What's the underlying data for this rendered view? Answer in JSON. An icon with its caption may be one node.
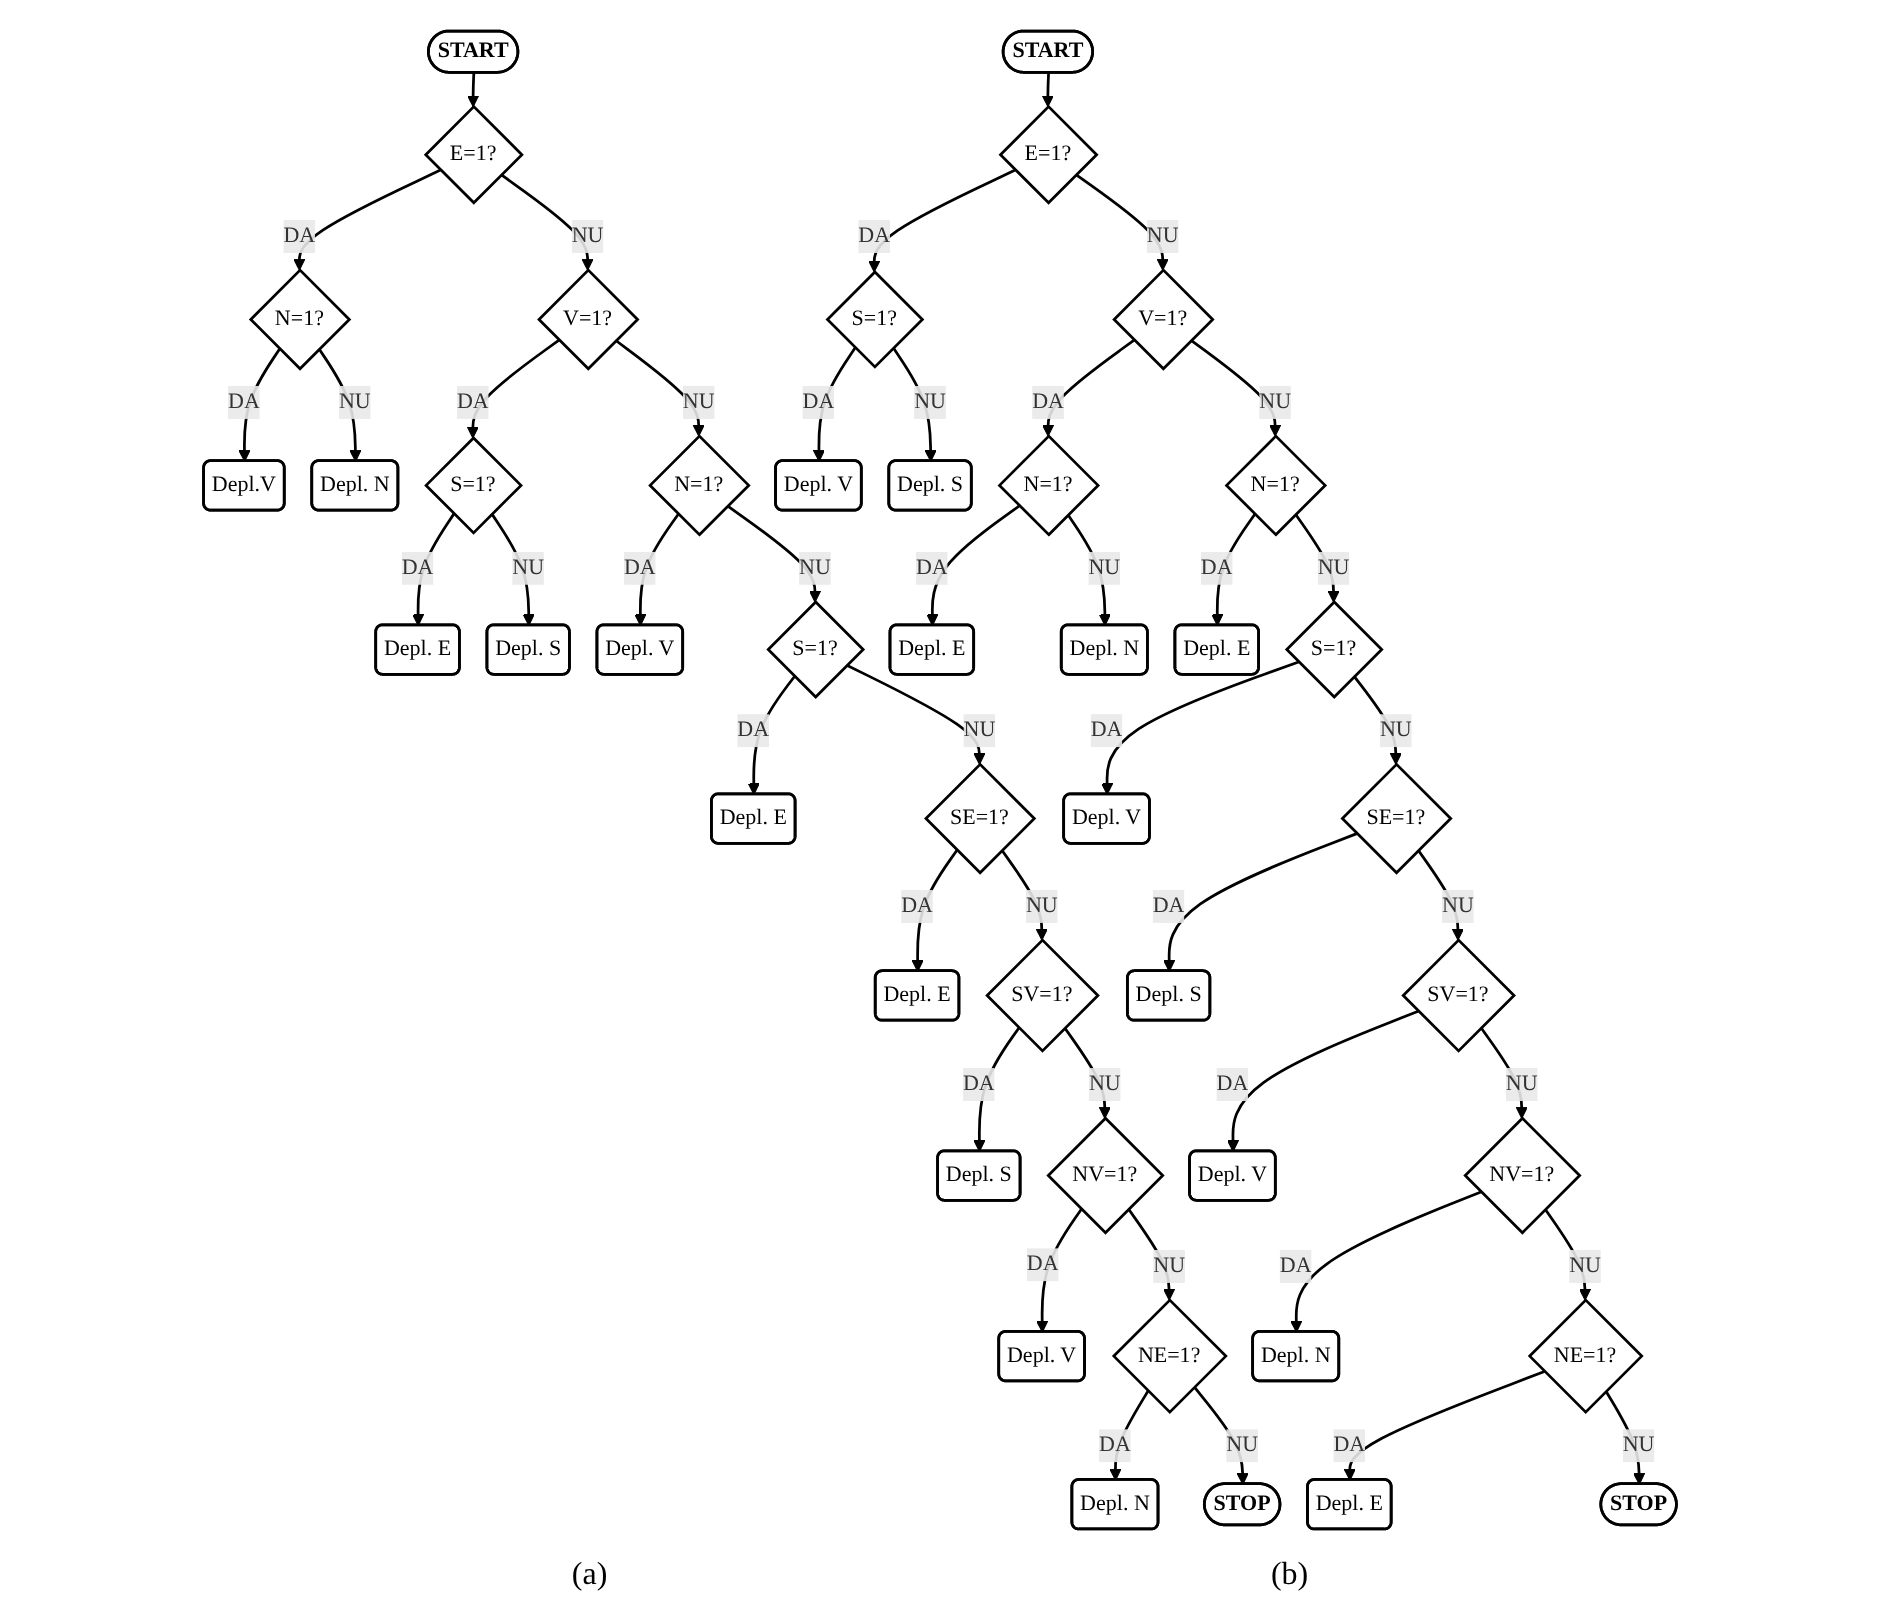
{
  "diagram": {
    "nodes": [
      {
        "text": [
          "START"
        ]
      },
      {
        "text": [
          "E=1?"
        ]
      },
      {
        "text": [
          "N=1?"
        ]
      },
      {
        "text": [
          "Depl.V"
        ]
      },
      {
        "text": [
          "Depl. N"
        ]
      },
      {
        "text": [
          "V=1?"
        ]
      },
      {
        "text": [
          "S=1?"
        ]
      },
      {
        "text": [
          "Depl. E"
        ]
      },
      {
        "text": [
          "Depl. S"
        ]
      },
      {
        "text": [
          "N=1?"
        ]
      },
      {
        "text": [
          "Depl. V"
        ]
      },
      {
        "text": [
          "S=1?"
        ]
      },
      {
        "text": [
          "Depl. E"
        ]
      },
      {
        "text": [
          "SE=1?"
        ]
      },
      {
        "text": [
          "Depl. E"
        ]
      },
      {
        "text": [
          "SV=1?"
        ]
      },
      {
        "text": [
          "Depl. S"
        ]
      },
      {
        "text": [
          "NV=1?"
        ]
      },
      {
        "text": [
          "Depl. V"
        ]
      },
      {
        "text": [
          "NE=1?"
        ]
      },
      {
        "text": [
          "Depl. N"
        ]
      },
      {
        "text": [
          "STOP"
        ]
      },
      {
        "text": [
          "START"
        ]
      },
      {
        "text": [
          "E=1?"
        ]
      },
      {
        "text": [
          "S=1?"
        ]
      },
      {
        "text": [
          "Depl. V"
        ]
      },
      {
        "text": [
          "Depl. S"
        ]
      },
      {
        "text": [
          "V=1?"
        ]
      },
      {
        "text": [
          "N=1?"
        ]
      },
      {
        "text": [
          "Depl. E"
        ]
      },
      {
        "text": [
          "Depl. N"
        ]
      },
      {
        "text": [
          "N=1?"
        ]
      },
      {
        "text": [
          "Depl. E"
        ]
      },
      {
        "text": [
          "S=1?"
        ]
      },
      {
        "text": [
          "Depl. V"
        ]
      },
      {
        "text": [
          "SE=1?"
        ]
      },
      {
        "text": [
          "Depl. S"
        ]
      },
      {
        "text": [
          "SV=1?"
        ]
      },
      {
        "text": [
          "Depl. V"
        ]
      },
      {
        "text": [
          "NV=1?"
        ]
      },
      {
        "text": [
          "Depl. N"
        ]
      },
      {
        "text": [
          "NE=1?"
        ]
      },
      {
        "text": [
          "Depl. E"
        ]
      },
      {
        "text": [
          "STOP"
        ]
      }
    ],
    "edges": [
      {
        "from": 0,
        "to": 1,
        "arrow": "to"
      },
      {
        "from": 1,
        "to": 2,
        "label": "DA",
        "arrow": "to"
      },
      {
        "from": 2,
        "to": 3,
        "label": "DA",
        "arrow": "to"
      },
      {
        "from": 2,
        "to": 4,
        "label": "NU",
        "arrow": "to"
      },
      {
        "from": 1,
        "to": 5,
        "label": "NU",
        "arrow": "to"
      },
      {
        "from": 5,
        "to": 6,
        "label": "DA",
        "arrow": "to"
      },
      {
        "from": 6,
        "to": 7,
        "label": "DA",
        "arrow": "to"
      },
      {
        "from": 6,
        "to": 8,
        "label": "NU",
        "arrow": "to"
      },
      {
        "from": 5,
        "to": 9,
        "label": "NU",
        "arrow": "to"
      },
      {
        "from": 9,
        "to": 10,
        "label": "DA",
        "arrow": "to"
      },
      {
        "from": 9,
        "to": 11,
        "label": "NU",
        "arrow": "to"
      },
      {
        "from": 11,
        "to": 12,
        "label": "DA",
        "arrow": "to"
      },
      {
        "from": 11,
        "to": 13,
        "label": "NU",
        "arrow": "to"
      },
      {
        "from": 13,
        "to": 14,
        "label": "DA",
        "arrow": "to"
      },
      {
        "from": 13,
        "to": 15,
        "label": "NU",
        "arrow": "to"
      },
      {
        "from": 15,
        "to": 16,
        "label": "DA",
        "arrow": "to"
      },
      {
        "from": 15,
        "to": 17,
        "label": "NU",
        "arrow": "to"
      },
      {
        "from": 17,
        "to": 18,
        "label": "DA",
        "arrow": "to"
      },
      {
        "from": 17,
        "to": 19,
        "label": "NU",
        "arrow": "to"
      },
      {
        "from": 19,
        "to": 20,
        "label": "DA",
        "arrow": "to"
      },
      {
        "from": 19,
        "to": 21,
        "label": "NU",
        "arrow": "to"
      },
      {
        "from": 22,
        "to": 23,
        "arrow": "to"
      },
      {
        "from": 23,
        "to": 24,
        "label": "DA",
        "arrow": "to"
      },
      {
        "from": 24,
        "to": 25,
        "label": "DA",
        "arrow": "to"
      },
      {
        "from": 24,
        "to": 26,
        "label": "NU",
        "arrow": "to"
      },
      {
        "from": 23,
        "to": 27,
        "label": "NU",
        "arrow": "to"
      },
      {
        "from": 27,
        "to": 28,
        "label": "DA",
        "arrow": "to"
      },
      {
        "from": 28,
        "to": 29,
        "label": "DA",
        "arrow": "to"
      },
      {
        "from": 28,
        "to": 30,
        "label": "NU",
        "arrow": "to"
      },
      {
        "from": 27,
        "to": 31,
        "label": "NU",
        "arrow": "to"
      },
      {
        "from": 31,
        "to": 32,
        "label": "DA",
        "arrow": "to"
      },
      {
        "from": 31,
        "to": 33,
        "label": "NU",
        "arrow": "to"
      },
      {
        "from": 33,
        "to": 34,
        "label": "DA",
        "arrow": "to"
      },
      {
        "from": 33,
        "to": 35,
        "label": "NU",
        "arrow": "to"
      },
      {
        "from": 35,
        "to": 36,
        "label": "DA",
        "arrow": "to"
      },
      {
        "from": 35,
        "to": 37,
        "label": "NU",
        "arrow": "to"
      },
      {
        "from": 37,
        "to": 38,
        "label": "DA",
        "arrow": "to"
      },
      {
        "from": 37,
        "to": 39,
        "label": "NU",
        "arrow": "to"
      },
      {
        "from": 39,
        "to": 40,
        "label": "DA",
        "arrow": "to"
      },
      {
        "from": 39,
        "to": 41,
        "label": "NU",
        "arrow": "to"
      },
      {
        "from": 41,
        "to": 42,
        "label": "DA",
        "arrow": "to"
      },
      {
        "from": 41,
        "to": 43,
        "label": "NU",
        "arrow": "to"
      }
    ],
    "labels": [
      "(a)",
      "(b)"
    ]
  }
}
